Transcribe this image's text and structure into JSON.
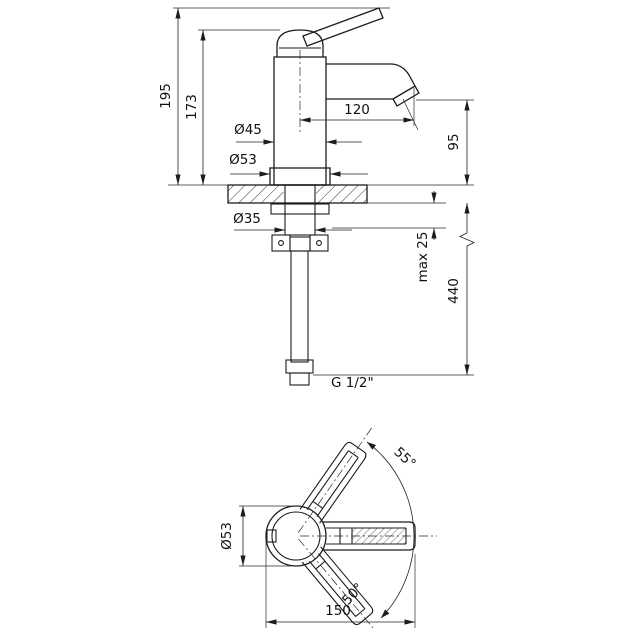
{
  "colors": {
    "line": "#1c1c1c",
    "background": "#ffffff"
  },
  "side_view": {
    "height_total": "195",
    "height_to_cartridge": "173",
    "body_diameter": "Ø45",
    "base_diameter": "Ø53",
    "spout_reach": "120",
    "spout_height": "95",
    "shank_diameter": "Ø35",
    "max_deck_thickness": "max 25",
    "hose_length": "440",
    "thread_size": "G 1/2\""
  },
  "top_view": {
    "handle_angle_up": "55°",
    "handle_angle_down": "50°",
    "body_diameter": "Ø53",
    "overall_length": "150"
  }
}
